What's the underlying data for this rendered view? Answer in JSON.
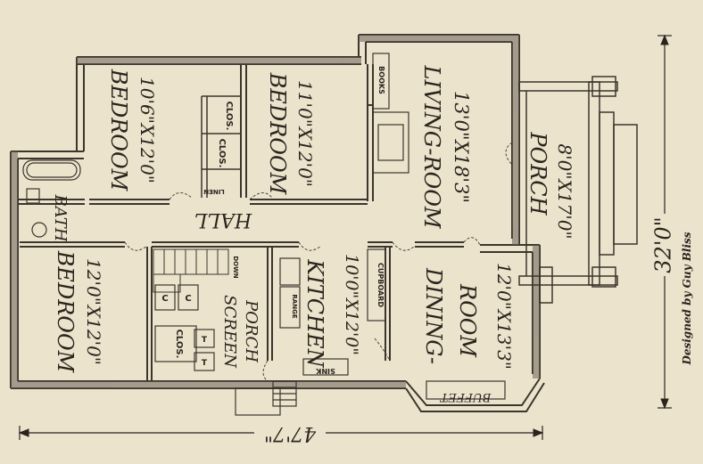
{
  "rooms": {
    "bedroom_top_left": {
      "name": "BEDROOM",
      "size": "10'6\"X12'0\""
    },
    "bedroom_top_mid": {
      "name": "BEDROOM",
      "size": "11'0\"X12'0\""
    },
    "living_room": {
      "name": "LIVING-ROOM",
      "size": "13'0\"X18'3\""
    },
    "porch": {
      "name": "PORCH",
      "size": "8'0\"X17'0\""
    },
    "bath": {
      "name": "BATH"
    },
    "hall": {
      "name": "HALL"
    },
    "bedroom_bottom": {
      "name": "BEDROOM",
      "size": "12'0\"X12'0\""
    },
    "screen_porch": {
      "line1": "SCREEN",
      "line2": "PORCH"
    },
    "kitchen": {
      "name": "KITCHEN",
      "size": "10'0\"X12'0\""
    },
    "dining_room": {
      "line1": "DINING-",
      "line2": "ROOM",
      "size": "12'0\"X13'3\""
    }
  },
  "fixtures": {
    "clos_1": "CLOS.",
    "clos_2": "CLOS.",
    "clos_3": "CLOS.",
    "linen": "LINEN",
    "books": "BOOKS",
    "down": "DOWN",
    "range": "RANGE",
    "cupboard": "CUPBOARD",
    "sink": "SINK",
    "buffet": "BUFFET",
    "c1": "C",
    "c2": "C",
    "t1": "T",
    "t2": "T"
  },
  "dimensions": {
    "width": "47'7\"",
    "depth": "32'0\""
  },
  "credit": "Designed by Guy Bliss",
  "colors": {
    "paper": "#ece3cd",
    "ink": "#2a241d",
    "wall": "#4a433a"
  }
}
